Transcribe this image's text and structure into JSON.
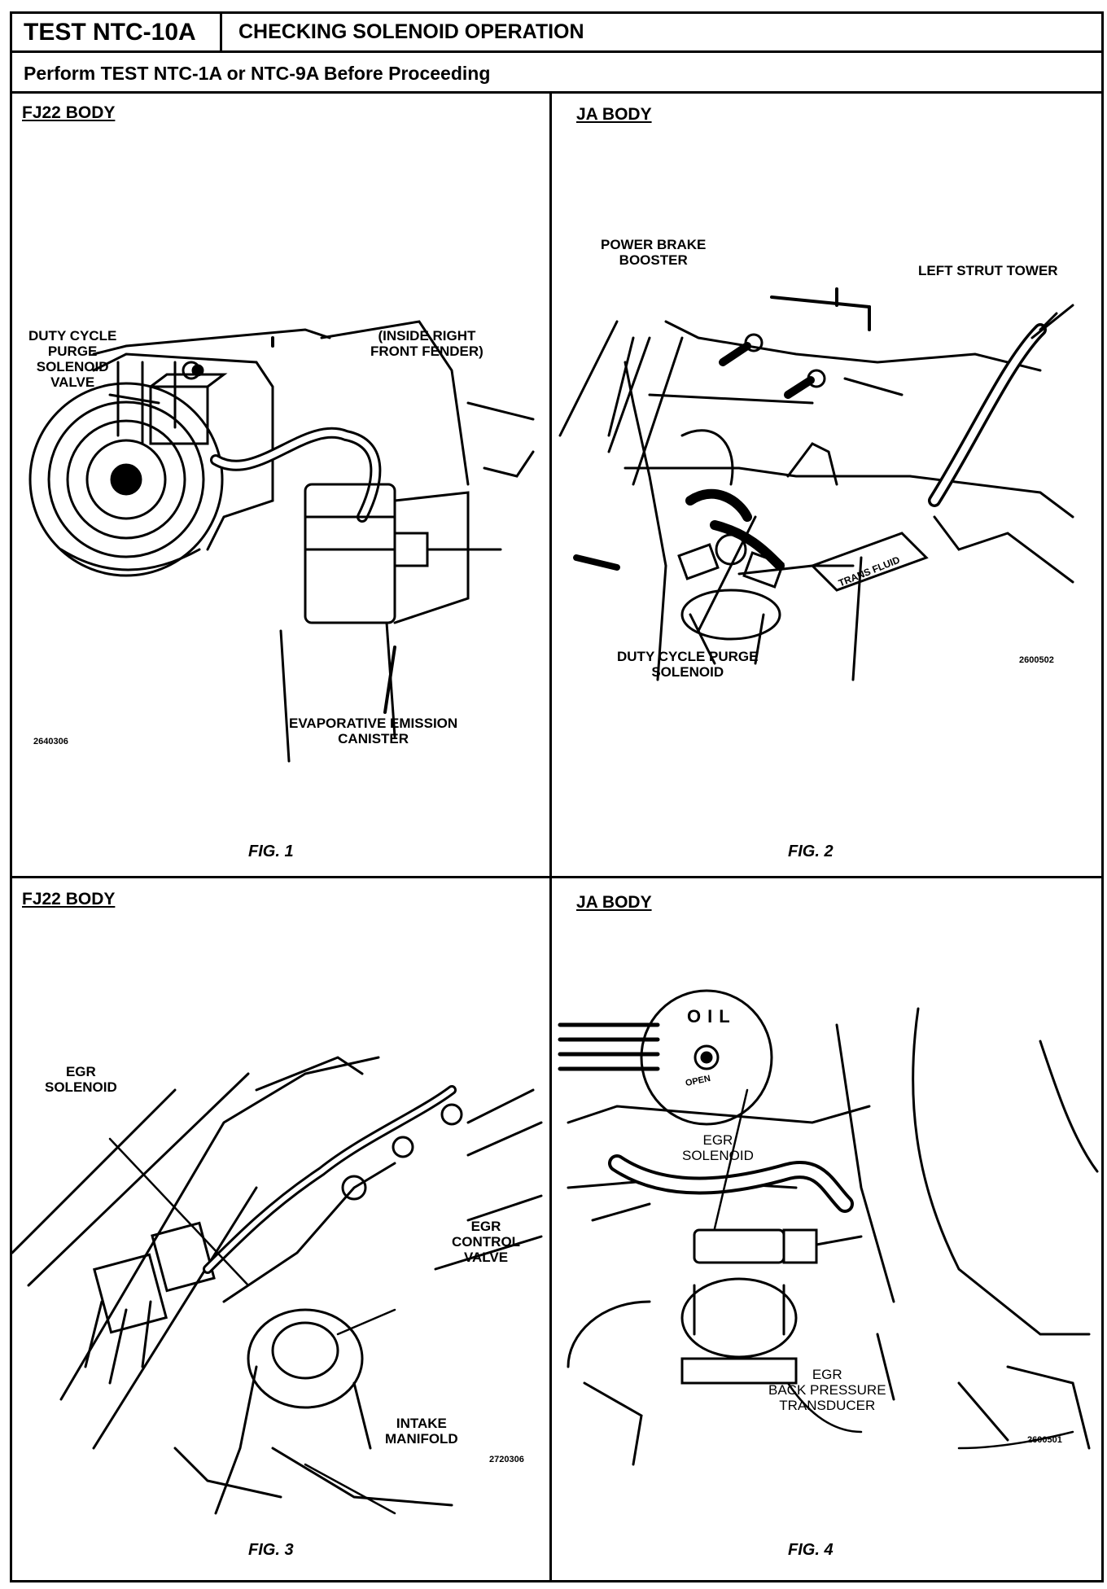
{
  "header": {
    "test_id": "TEST NTC-10A",
    "title": "CHECKING SOLENOID OPERATION",
    "subtitle": "Perform TEST NTC-1A or NTC-9A Before Proceeding"
  },
  "panels": [
    {
      "body": "FJ22 BODY",
      "callouts": {
        "purge_valve": "DUTY CYCLE\nPURGE\nSOLENOID\nVALVE",
        "fender": "(INSIDE RIGHT\nFRONT FENDER)",
        "canister": "EVAPORATIVE EMISSION\nCANISTER"
      },
      "code": "2640306",
      "fig": "FIG. 1"
    },
    {
      "body": "JA BODY",
      "callouts": {
        "booster": "POWER BRAKE\nBOOSTER",
        "strut": "LEFT STRUT TOWER",
        "purge": "DUTY CYCLE PURGE\nSOLENOID",
        "trans": "TRANS FLUID"
      },
      "code": "2600502",
      "fig": "FIG. 2"
    },
    {
      "body": "FJ22 BODY",
      "callouts": {
        "egr_solenoid": "EGR\nSOLENOID",
        "egr_valve": "EGR\nCONTROL\nVALVE",
        "manifold": "INTAKE\nMANIFOLD"
      },
      "code": "2720306",
      "fig": "FIG. 3"
    },
    {
      "body": "JA BODY",
      "callouts": {
        "oil": "OIL",
        "open": "OPEN",
        "egr_solenoid": "EGR\nSOLENOID",
        "transducer": "EGR\nBACK PRESSURE\nTRANSDUCER"
      },
      "code": "2600501",
      "fig": "FIG. 4"
    }
  ]
}
